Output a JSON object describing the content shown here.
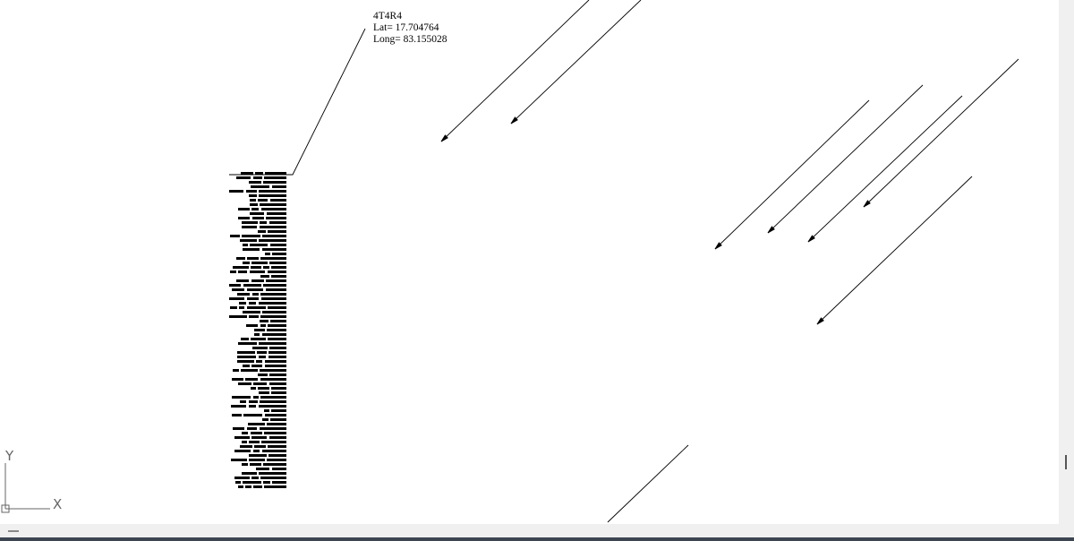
{
  "annotation": {
    "id": "4T4R4",
    "lat": "Lat= 17.704764",
    "long": "Long= 83.155028"
  },
  "ucs": {
    "x_label": "X",
    "y_label": "Y"
  }
}
